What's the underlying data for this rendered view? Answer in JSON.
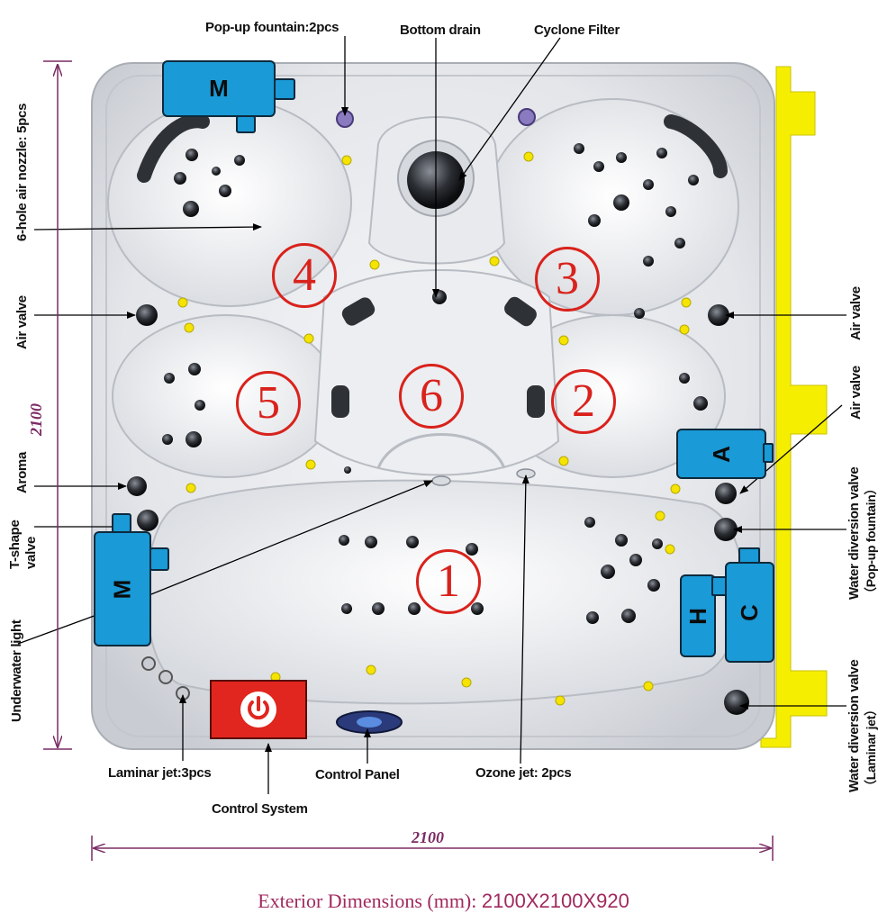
{
  "labels": {
    "popup_fountain": "Pop-up fountain:2pcs",
    "bottom_drain": "Bottom drain",
    "cyclone_filter": "Cyclone Filter",
    "air_nozzle": "6-hole air nozzle: 5pcs",
    "air_valve_left": "Air valve",
    "air_valve_right": "Air valve",
    "air_valve_right2": "Air valve",
    "aroma": "Aroma",
    "tshape_line1": "T-shape",
    "tshape_line2": "valve",
    "underwater_light": "Underwater light",
    "water_div_popup_line1": "Water diversion valve",
    "water_div_popup_line2": "（Pop-up fountain）",
    "water_div_laminar_line1": "Water diversion valve",
    "water_div_laminar_line2": "（Laminar jet）",
    "laminar_jet": "Laminar jet:3pcs",
    "control_panel": "Control Panel",
    "control_system": "Control System",
    "ozone_jet": "Ozone jet: 2pcs"
  },
  "components": {
    "motor_top": "M",
    "motor_left": "M",
    "aroma_unit": "A",
    "heater": "H",
    "controller": "C"
  },
  "zones": [
    "①",
    "②",
    "③",
    "④",
    "⑤",
    "⑥"
  ],
  "dimensions": {
    "height": "2100",
    "width": "2100"
  },
  "footer": {
    "label": "Exterior Dimensions (mm): ",
    "value": "2100X2100X920"
  },
  "colors": {
    "component": "#1a9ad6",
    "zone": "#d9221c",
    "dimension": "#7a2b64",
    "frame": "#f6ee00",
    "power": "#e0261f"
  }
}
